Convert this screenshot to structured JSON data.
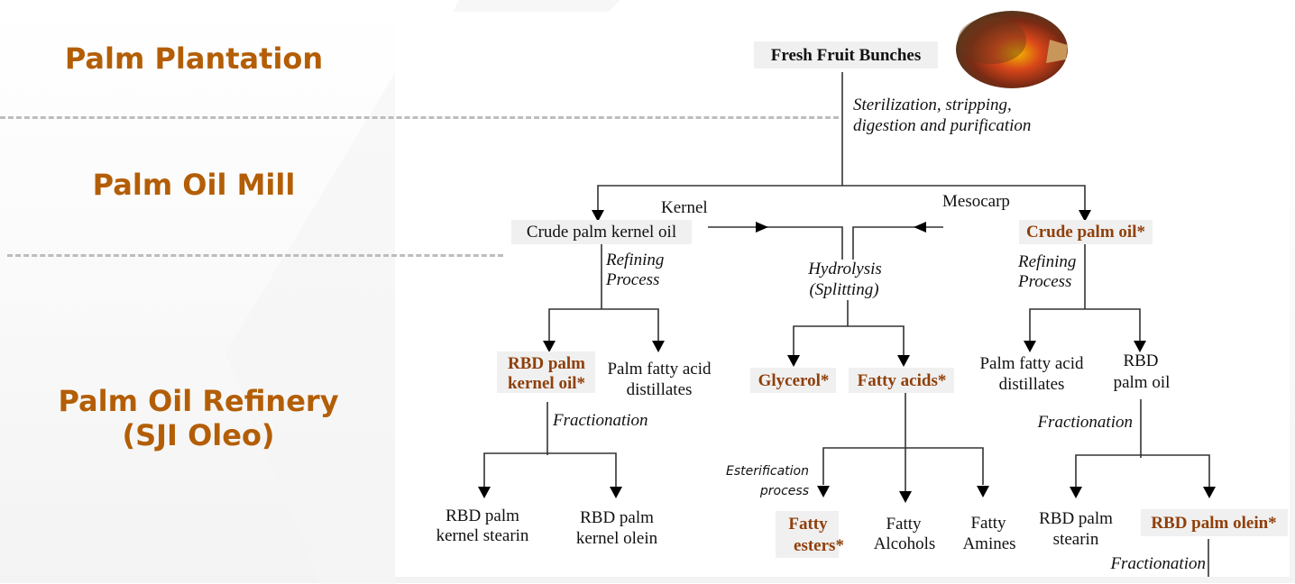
{
  "stages": {
    "plantation": "Palm Plantation",
    "mill": "Palm Oil Mill",
    "refinery_line1": "Palm Oil Refinery",
    "refinery_line2": "(SJI Oleo)"
  },
  "colors": {
    "stage_label": "#b35e06",
    "highlight_product": "#8f3f0a",
    "divider": "#bdbdbd"
  },
  "diagram": {
    "root": "Fresh Fruit Bunches",
    "root_image": "palm-fruit-bunch-image",
    "root_process_1": "Sterilization, stripping,",
    "root_process_2": "digestion and purification",
    "kernel_label": "Kernel",
    "mesocarp_label": "Mesocarp",
    "cpko": "Crude palm kernel oil",
    "cpo": "Crude palm oil*",
    "refining_1": "Refining",
    "refining_2": "Process",
    "hydrolysis_1": "Hydrolysis",
    "hydrolysis_2": "(Splitting)",
    "rbd_pko_1": "RBD palm",
    "rbd_pko_2": "kernel oil*",
    "pfad_1": "Palm fatty acid",
    "pfad_2": "distillates",
    "glycerol": "Glycerol*",
    "fatty_acids": "Fatty acids*",
    "rbd_po_1": "RBD",
    "rbd_po_2": "palm oil",
    "fractionation": "Fractionation",
    "esterification_1": "Esterification",
    "esterification_2": "process",
    "rbd_pks_1": "RBD palm",
    "rbd_pks_2": "kernel stearin",
    "rbd_pko_olein_1": "RBD palm",
    "rbd_pko_olein_2": "kernel olein",
    "fatty_esters_1": "Fatty",
    "fatty_esters_2": "esters*",
    "fatty_alcohols_1": "Fatty",
    "fatty_alcohols_2": "Alcohols",
    "fatty_amines_1": "Fatty",
    "fatty_amines_2": "Amines",
    "rbd_ps_1": "RBD palm",
    "rbd_ps_2": "stearin",
    "rbd_olein": "RBD palm olein*"
  }
}
